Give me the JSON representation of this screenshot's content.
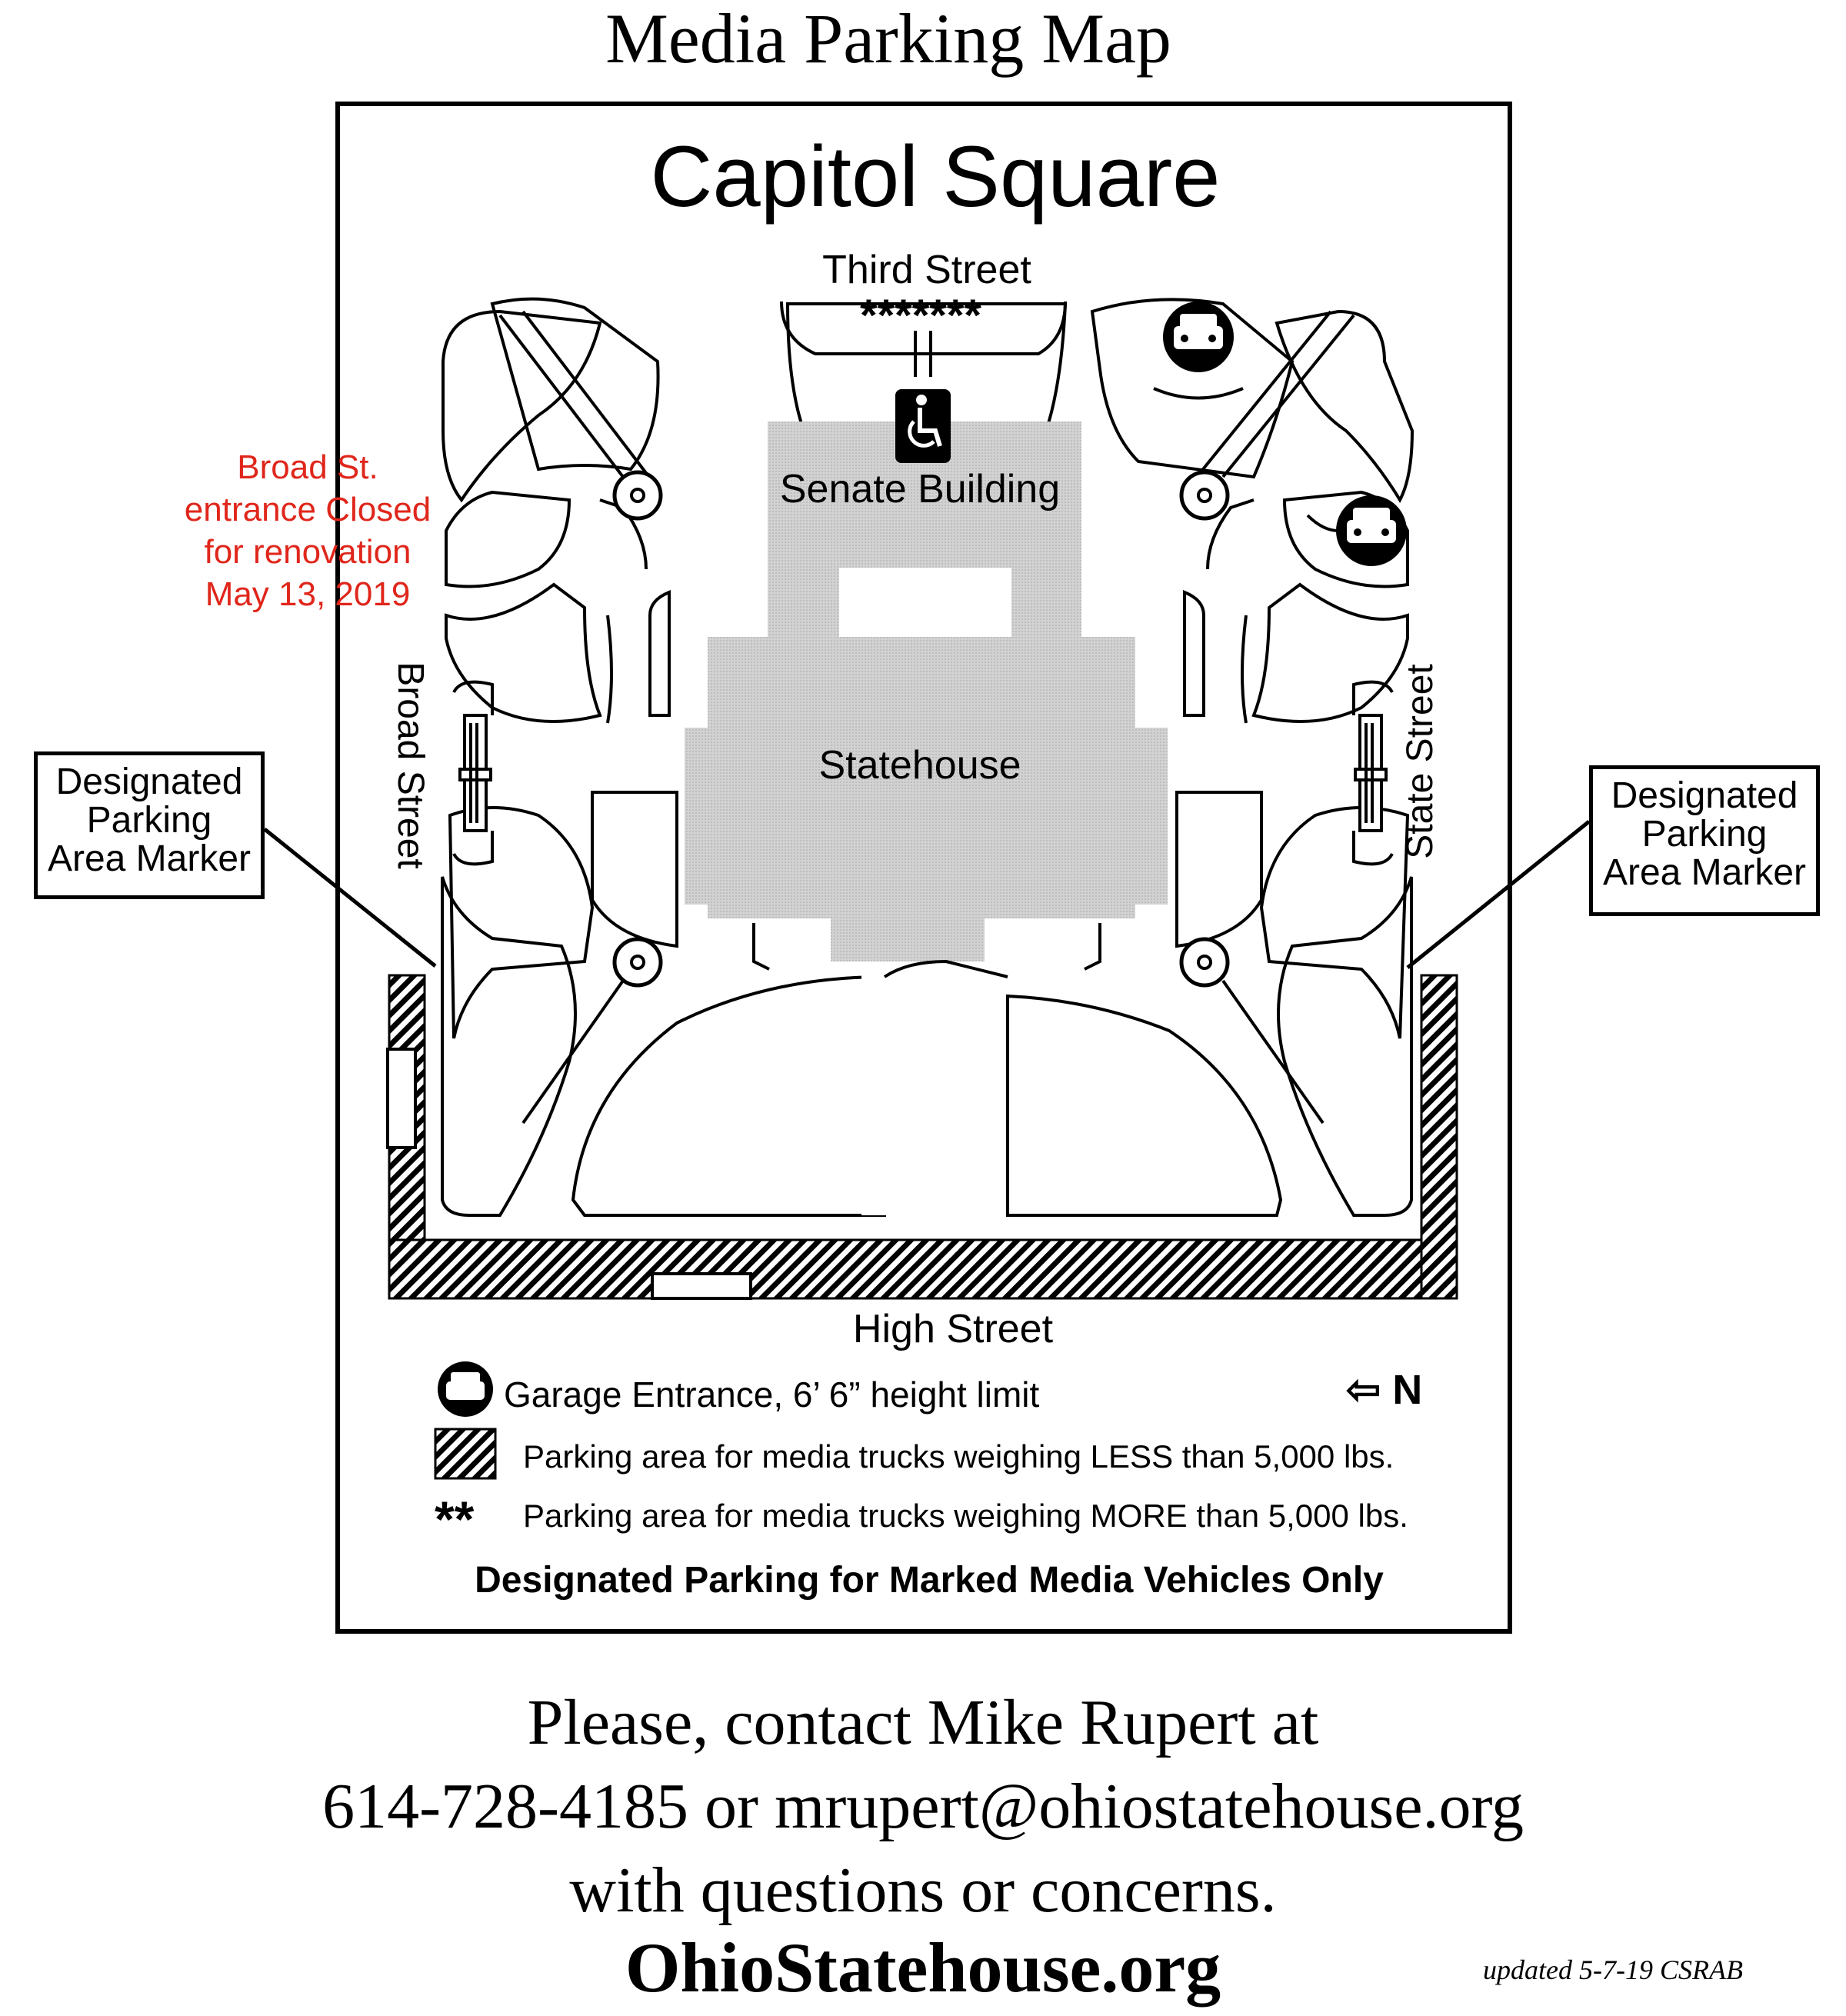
{
  "page_title": "Media Parking Map",
  "map": {
    "title": "Capitol Square",
    "streets": {
      "north": "Third Street",
      "south": "High Street",
      "west": "Broad Street",
      "east": "State Street"
    },
    "buildings": {
      "senate": "Senate Building",
      "statehouse": "Statehouse"
    },
    "heavy_truck_marker": "*******",
    "closure_note": [
      "Broad St.",
      "entrance Closed",
      "for renovation",
      "May 13, 2019"
    ],
    "callouts": {
      "left": [
        "Designated",
        "Parking",
        "Area Marker"
      ],
      "right": [
        "Designated",
        "Parking",
        "Area Marker"
      ]
    },
    "north_arrow": "⇦ N",
    "legend": {
      "garage": "Garage Entrance, 6’ 6” height limit",
      "light_trucks": "Parking area for media trucks weighing LESS than 5,000 lbs.",
      "heavy_trucks_symbol": "**",
      "heavy_trucks": "Parking area for media trucks weighing MORE than 5,000 lbs.",
      "footer": "Designated Parking for Marked Media Vehicles Only"
    },
    "icons": [
      "garage-entrance-icon",
      "wheelchair-accessible-icon",
      "north-arrow-icon"
    ],
    "colors": {
      "building_fill": "#d6d6d6",
      "closure_note": "#e0261b",
      "ink": "#000000"
    }
  },
  "contact": {
    "lines": [
      "Please, contact Mike Rupert at",
      "614-728-4185 or mrupert@ohiostatehouse.org",
      "with questions or concerns."
    ]
  },
  "website": "OhioStatehouse.org",
  "updated": "updated 5-7-19 CSRAB"
}
